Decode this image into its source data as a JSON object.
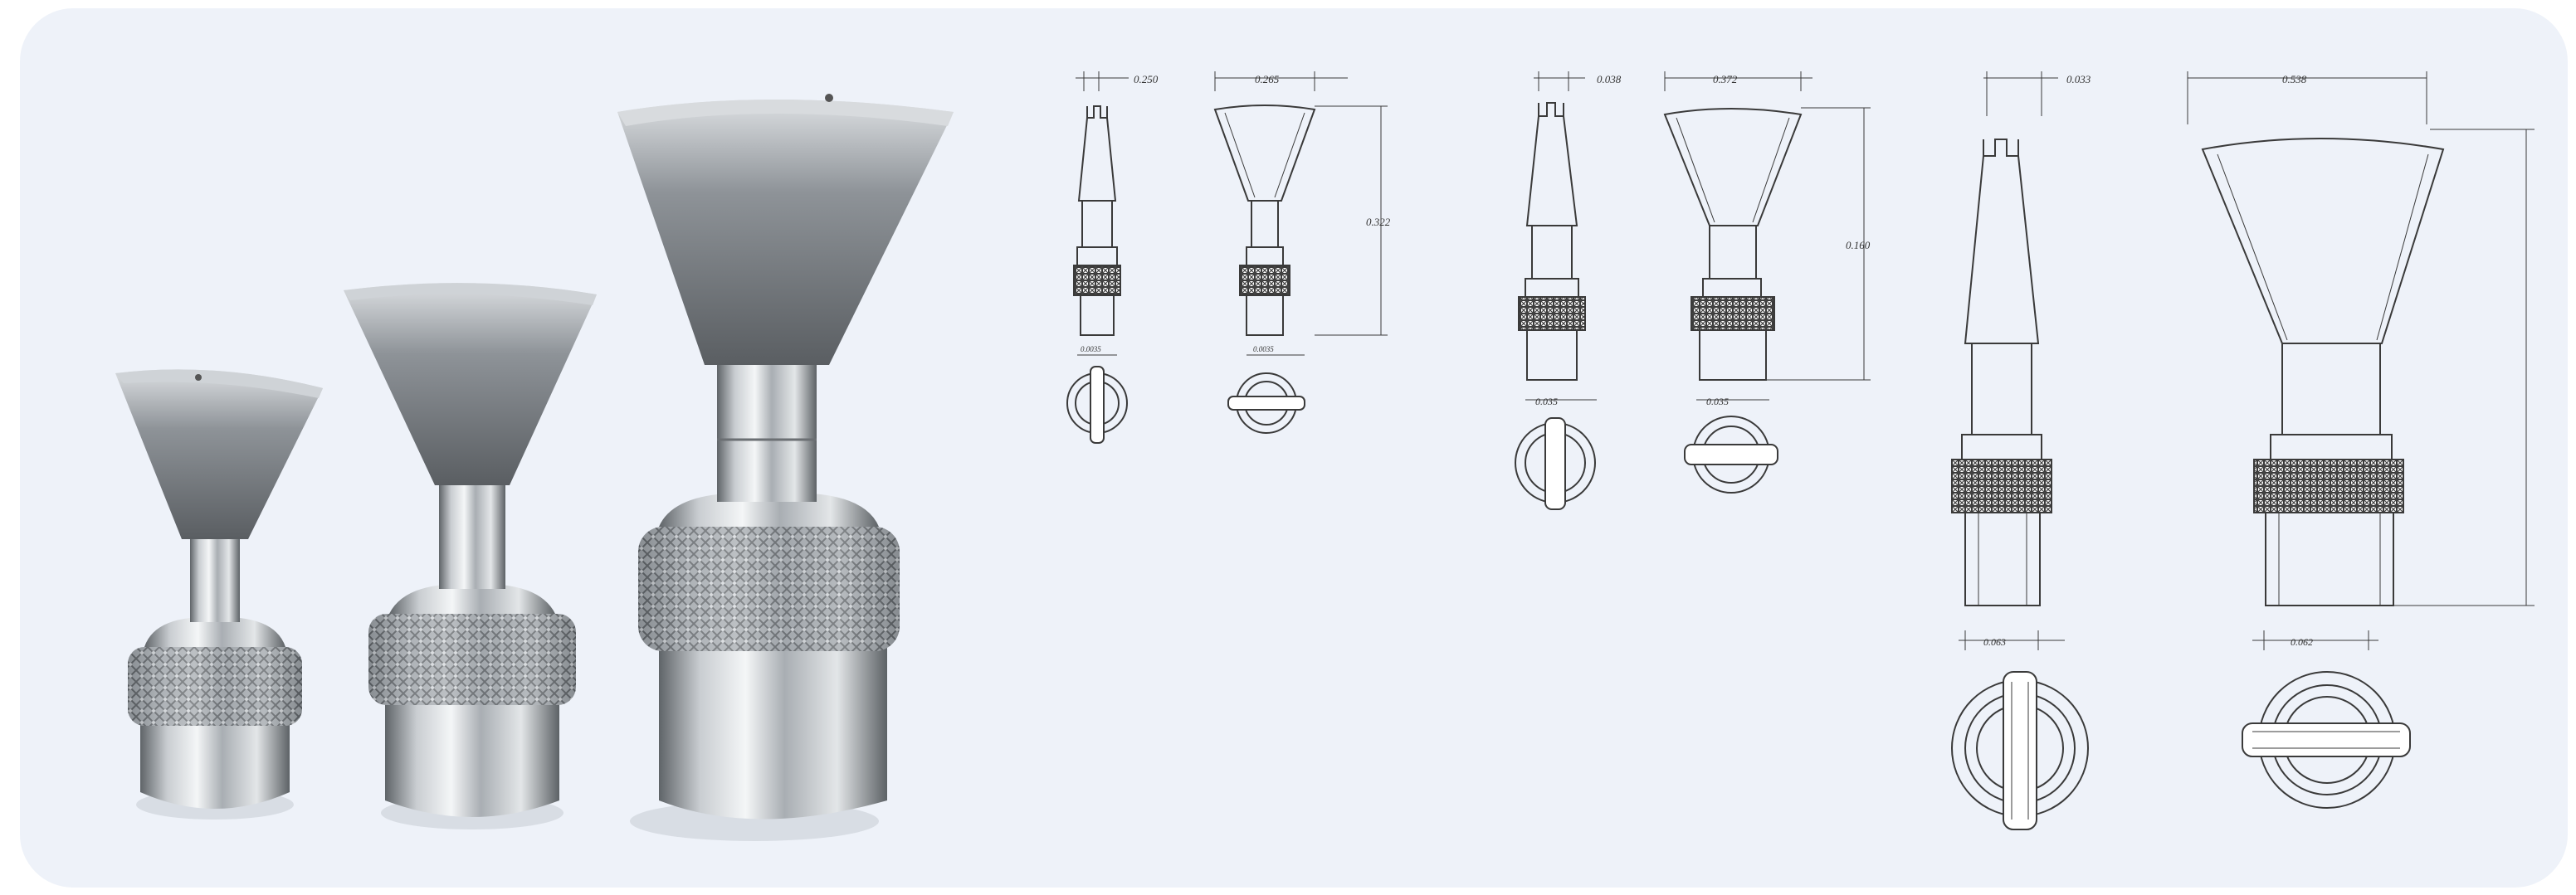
{
  "colors": {
    "background": "#eef2f9",
    "ink": "#3a3a3a",
    "metal_light": "#e6e8ea",
    "metal_dark": "#6b6f73"
  },
  "views": [
    {
      "size": "small",
      "dims": {
        "top_left": "0.250",
        "top_right": "0.265",
        "height": "0.322",
        "bottom_left": "0.0035",
        "bottom_right": "0.0035"
      }
    },
    {
      "size": "medium",
      "dims": {
        "top_left": "0.038",
        "top_right": "0.372",
        "height": "0.160",
        "bottom_left": "0.035",
        "bottom_right": "0.035"
      }
    },
    {
      "size": "large",
      "dims": {
        "top_left": "0.033",
        "top_right": "0.538",
        "bottom_left": "0.063",
        "bottom_right": "0.062"
      }
    }
  ]
}
